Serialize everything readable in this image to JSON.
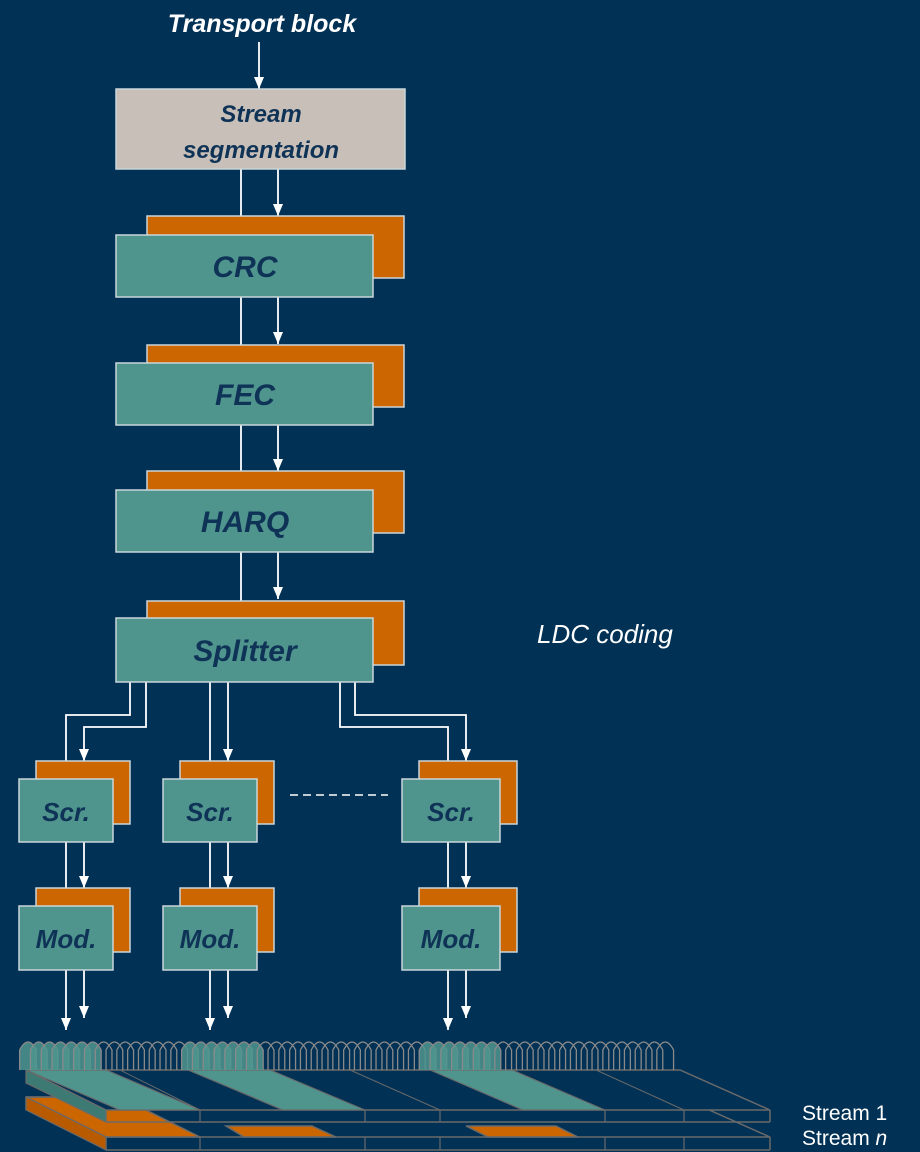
{
  "title": "Transport block",
  "blocks": {
    "segmentation": [
      "Stream",
      "segmentation"
    ],
    "crc": "CRC",
    "fec": "FEC",
    "harq": "HARQ",
    "splitter": "Splitter"
  },
  "ldc_label": "LDC coding",
  "branches": [
    {
      "scr": "Scr.",
      "mod": "Mod."
    },
    {
      "scr": "Scr.",
      "mod": "Mod."
    },
    {
      "scr": "Scr.",
      "mod": "Mod."
    }
  ],
  "streams": {
    "first": "Stream 1",
    "last_prefix": "Stream ",
    "last_suffix": "n"
  },
  "colors": {
    "background": "#013155",
    "block_fill": "#4f958e",
    "shadow_fill": "#cc6600",
    "segmentation_fill": "#c8bfb8",
    "label_text": "#0f3356"
  }
}
